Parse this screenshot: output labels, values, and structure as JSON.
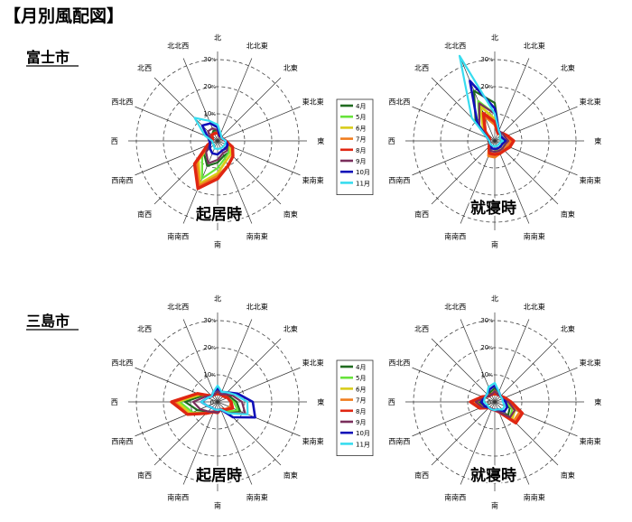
{
  "title": "【月別風配図】",
  "cities": [
    "富士市",
    "三島市"
  ],
  "colors": {
    "4月": "#1f6b1f",
    "5月": "#66e33a",
    "6月": "#d9cc1a",
    "7月": "#f07c1e",
    "8月": "#e02612",
    "9月": "#7a2e5c",
    "10月": "#1010b8",
    "11月": "#37dcef"
  },
  "chart_data": [
    {
      "type": "radar",
      "location": "富士市",
      "label": "起居時",
      "directions": [
        "北",
        "北北東",
        "北東",
        "東北東",
        "東",
        "東南東",
        "南東",
        "南南東",
        "南",
        "南南西",
        "南西",
        "西南西",
        "西",
        "西北西",
        "北西",
        "北北西"
      ],
      "ticks": [
        "10",
        "20",
        "30"
      ],
      "tick_unit": "%",
      "rlim": [
        0,
        30
      ],
      "legend": [
        "4月",
        "5月",
        "6月",
        "7月",
        "8月",
        "9月",
        "10月",
        "11月"
      ],
      "series": [
        {
          "name": "4月",
          "values": [
            4,
            2,
            2,
            2,
            3,
            5,
            6,
            6,
            8,
            10,
            7,
            3,
            2,
            2,
            3,
            4
          ]
        },
        {
          "name": "5月",
          "values": [
            3,
            2,
            2,
            2,
            3,
            4,
            6,
            7,
            10,
            15,
            8,
            3,
            2,
            2,
            3,
            3
          ]
        },
        {
          "name": "6月",
          "values": [
            3,
            2,
            2,
            2,
            3,
            5,
            7,
            8,
            12,
            17,
            10,
            3,
            2,
            2,
            3,
            3
          ]
        },
        {
          "name": "7月",
          "values": [
            3,
            2,
            2,
            2,
            3,
            6,
            8,
            10,
            13,
            18,
            11,
            3,
            2,
            2,
            3,
            3
          ]
        },
        {
          "name": "8月",
          "values": [
            3,
            2,
            2,
            2,
            3,
            6,
            8,
            10,
            14,
            19,
            12,
            4,
            2,
            2,
            3,
            3
          ]
        },
        {
          "name": "9月",
          "values": [
            4,
            2,
            2,
            2,
            3,
            4,
            5,
            5,
            7,
            9,
            6,
            3,
            2,
            3,
            5,
            5
          ]
        },
        {
          "name": "10月",
          "values": [
            5,
            2,
            2,
            2,
            3,
            4,
            4,
            4,
            5,
            5,
            4,
            3,
            3,
            4,
            8,
            7
          ]
        },
        {
          "name": "11月",
          "values": [
            6,
            3,
            2,
            2,
            3,
            3,
            3,
            3,
            3,
            3,
            2,
            2,
            2,
            5,
            12,
            8
          ]
        }
      ]
    },
    {
      "type": "radar",
      "location": "富士市",
      "label": "就寝時",
      "directions": [
        "北",
        "北北東",
        "北東",
        "東北東",
        "東",
        "東南東",
        "南東",
        "南南東",
        "南",
        "南南西",
        "南西",
        "西南西",
        "西",
        "西北西",
        "北西",
        "北北西"
      ],
      "ticks": [
        "10",
        "20",
        "30"
      ],
      "tick_unit": "%",
      "rlim": [
        0,
        30
      ],
      "series": [
        {
          "name": "4月",
          "values": [
            14,
            4,
            3,
            2,
            3,
            3,
            3,
            3,
            3,
            3,
            2,
            2,
            2,
            3,
            10,
            20
          ]
        },
        {
          "name": "5月",
          "values": [
            10,
            3,
            3,
            2,
            3,
            3,
            3,
            3,
            4,
            4,
            2,
            2,
            2,
            3,
            8,
            16
          ]
        },
        {
          "name": "6月",
          "values": [
            8,
            3,
            3,
            3,
            4,
            4,
            4,
            4,
            5,
            5,
            2,
            2,
            2,
            2,
            6,
            14
          ]
        },
        {
          "name": "7月",
          "values": [
            6,
            3,
            4,
            5,
            6,
            5,
            5,
            5,
            6,
            6,
            3,
            2,
            2,
            2,
            5,
            10
          ]
        },
        {
          "name": "8月",
          "values": [
            7,
            3,
            4,
            5,
            7,
            6,
            5,
            5,
            5,
            5,
            3,
            2,
            2,
            2,
            5,
            11
          ]
        },
        {
          "name": "9月",
          "values": [
            10,
            4,
            4,
            4,
            5,
            4,
            4,
            4,
            4,
            4,
            2,
            2,
            2,
            3,
            8,
            15
          ]
        },
        {
          "name": "10月",
          "values": [
            12,
            4,
            3,
            3,
            4,
            3,
            3,
            3,
            3,
            3,
            2,
            2,
            2,
            3,
            9,
            24
          ]
        },
        {
          "name": "11月",
          "values": [
            10,
            4,
            3,
            2,
            3,
            2,
            2,
            2,
            2,
            2,
            2,
            2,
            2,
            3,
            12,
            34
          ]
        }
      ]
    },
    {
      "type": "radar",
      "location": "三島市",
      "label": "起居時",
      "directions": [
        "北",
        "北北東",
        "北東",
        "東北東",
        "東",
        "東南東",
        "南東",
        "南南東",
        "南",
        "南南西",
        "南西",
        "西南西",
        "西",
        "西北西",
        "北西",
        "北北西"
      ],
      "ticks": [
        "10",
        "20",
        "30"
      ],
      "tick_unit": "%",
      "rlim": [
        0,
        30
      ],
      "legend": [
        "4月",
        "5月",
        "6月",
        "7月",
        "8月",
        "9月",
        "10月",
        "11月"
      ],
      "series": [
        {
          "name": "4月",
          "values": [
            4,
            3,
            3,
            5,
            7,
            9,
            5,
            3,
            4,
            4,
            5,
            8,
            12,
            6,
            3,
            3
          ]
        },
        {
          "name": "5月",
          "values": [
            4,
            3,
            3,
            4,
            6,
            8,
            5,
            3,
            4,
            4,
            6,
            10,
            14,
            7,
            3,
            3
          ]
        },
        {
          "name": "6月",
          "values": [
            3,
            3,
            3,
            4,
            5,
            6,
            4,
            3,
            4,
            4,
            6,
            11,
            15,
            7,
            3,
            3
          ]
        },
        {
          "name": "7月",
          "values": [
            3,
            3,
            3,
            4,
            5,
            5,
            4,
            3,
            4,
            4,
            6,
            12,
            16,
            8,
            3,
            3
          ]
        },
        {
          "name": "8月",
          "values": [
            3,
            3,
            3,
            4,
            5,
            6,
            4,
            3,
            4,
            4,
            6,
            12,
            17,
            8,
            3,
            3
          ]
        },
        {
          "name": "9月",
          "values": [
            4,
            3,
            4,
            6,
            9,
            11,
            6,
            3,
            4,
            4,
            5,
            7,
            9,
            5,
            3,
            3
          ]
        },
        {
          "name": "10月",
          "values": [
            5,
            4,
            5,
            8,
            13,
            15,
            8,
            3,
            3,
            3,
            3,
            4,
            6,
            4,
            3,
            4
          ]
        },
        {
          "name": "11月",
          "values": [
            6,
            4,
            5,
            7,
            11,
            12,
            6,
            3,
            3,
            3,
            3,
            4,
            6,
            4,
            3,
            4
          ]
        }
      ]
    },
    {
      "type": "radar",
      "location": "三島市",
      "label": "就寝時",
      "directions": [
        "北",
        "北北東",
        "北東",
        "東北東",
        "東",
        "東南東",
        "南東",
        "南南東",
        "南",
        "南南西",
        "南西",
        "西南西",
        "西",
        "西北西",
        "北西",
        "北北西"
      ],
      "ticks": [
        "10",
        "20",
        "30"
      ],
      "tick_unit": "%",
      "rlim": [
        0,
        30
      ],
      "series": [
        {
          "name": "4月",
          "values": [
            5,
            3,
            3,
            3,
            4,
            6,
            7,
            4,
            3,
            3,
            3,
            4,
            6,
            4,
            3,
            4
          ]
        },
        {
          "name": "5月",
          "values": [
            4,
            3,
            3,
            3,
            4,
            7,
            8,
            4,
            3,
            3,
            3,
            5,
            7,
            4,
            3,
            3
          ]
        },
        {
          "name": "6月",
          "values": [
            4,
            3,
            3,
            4,
            5,
            8,
            9,
            4,
            3,
            3,
            3,
            5,
            7,
            4,
            3,
            3
          ]
        },
        {
          "name": "7月",
          "values": [
            3,
            3,
            3,
            4,
            6,
            10,
            10,
            4,
            3,
            3,
            3,
            6,
            8,
            5,
            3,
            3
          ]
        },
        {
          "name": "8月",
          "values": [
            3,
            3,
            3,
            4,
            6,
            11,
            11,
            4,
            3,
            3,
            3,
            6,
            9,
            5,
            3,
            3
          ]
        },
        {
          "name": "9月",
          "values": [
            4,
            3,
            3,
            3,
            5,
            8,
            8,
            4,
            3,
            3,
            3,
            5,
            7,
            4,
            3,
            3
          ]
        },
        {
          "name": "10月",
          "values": [
            6,
            4,
            3,
            3,
            4,
            5,
            5,
            3,
            3,
            3,
            3,
            4,
            5,
            4,
            4,
            5
          ]
        },
        {
          "name": "11月",
          "values": [
            7,
            4,
            3,
            3,
            3,
            4,
            4,
            3,
            3,
            3,
            3,
            3,
            4,
            4,
            4,
            6
          ]
        }
      ]
    }
  ]
}
